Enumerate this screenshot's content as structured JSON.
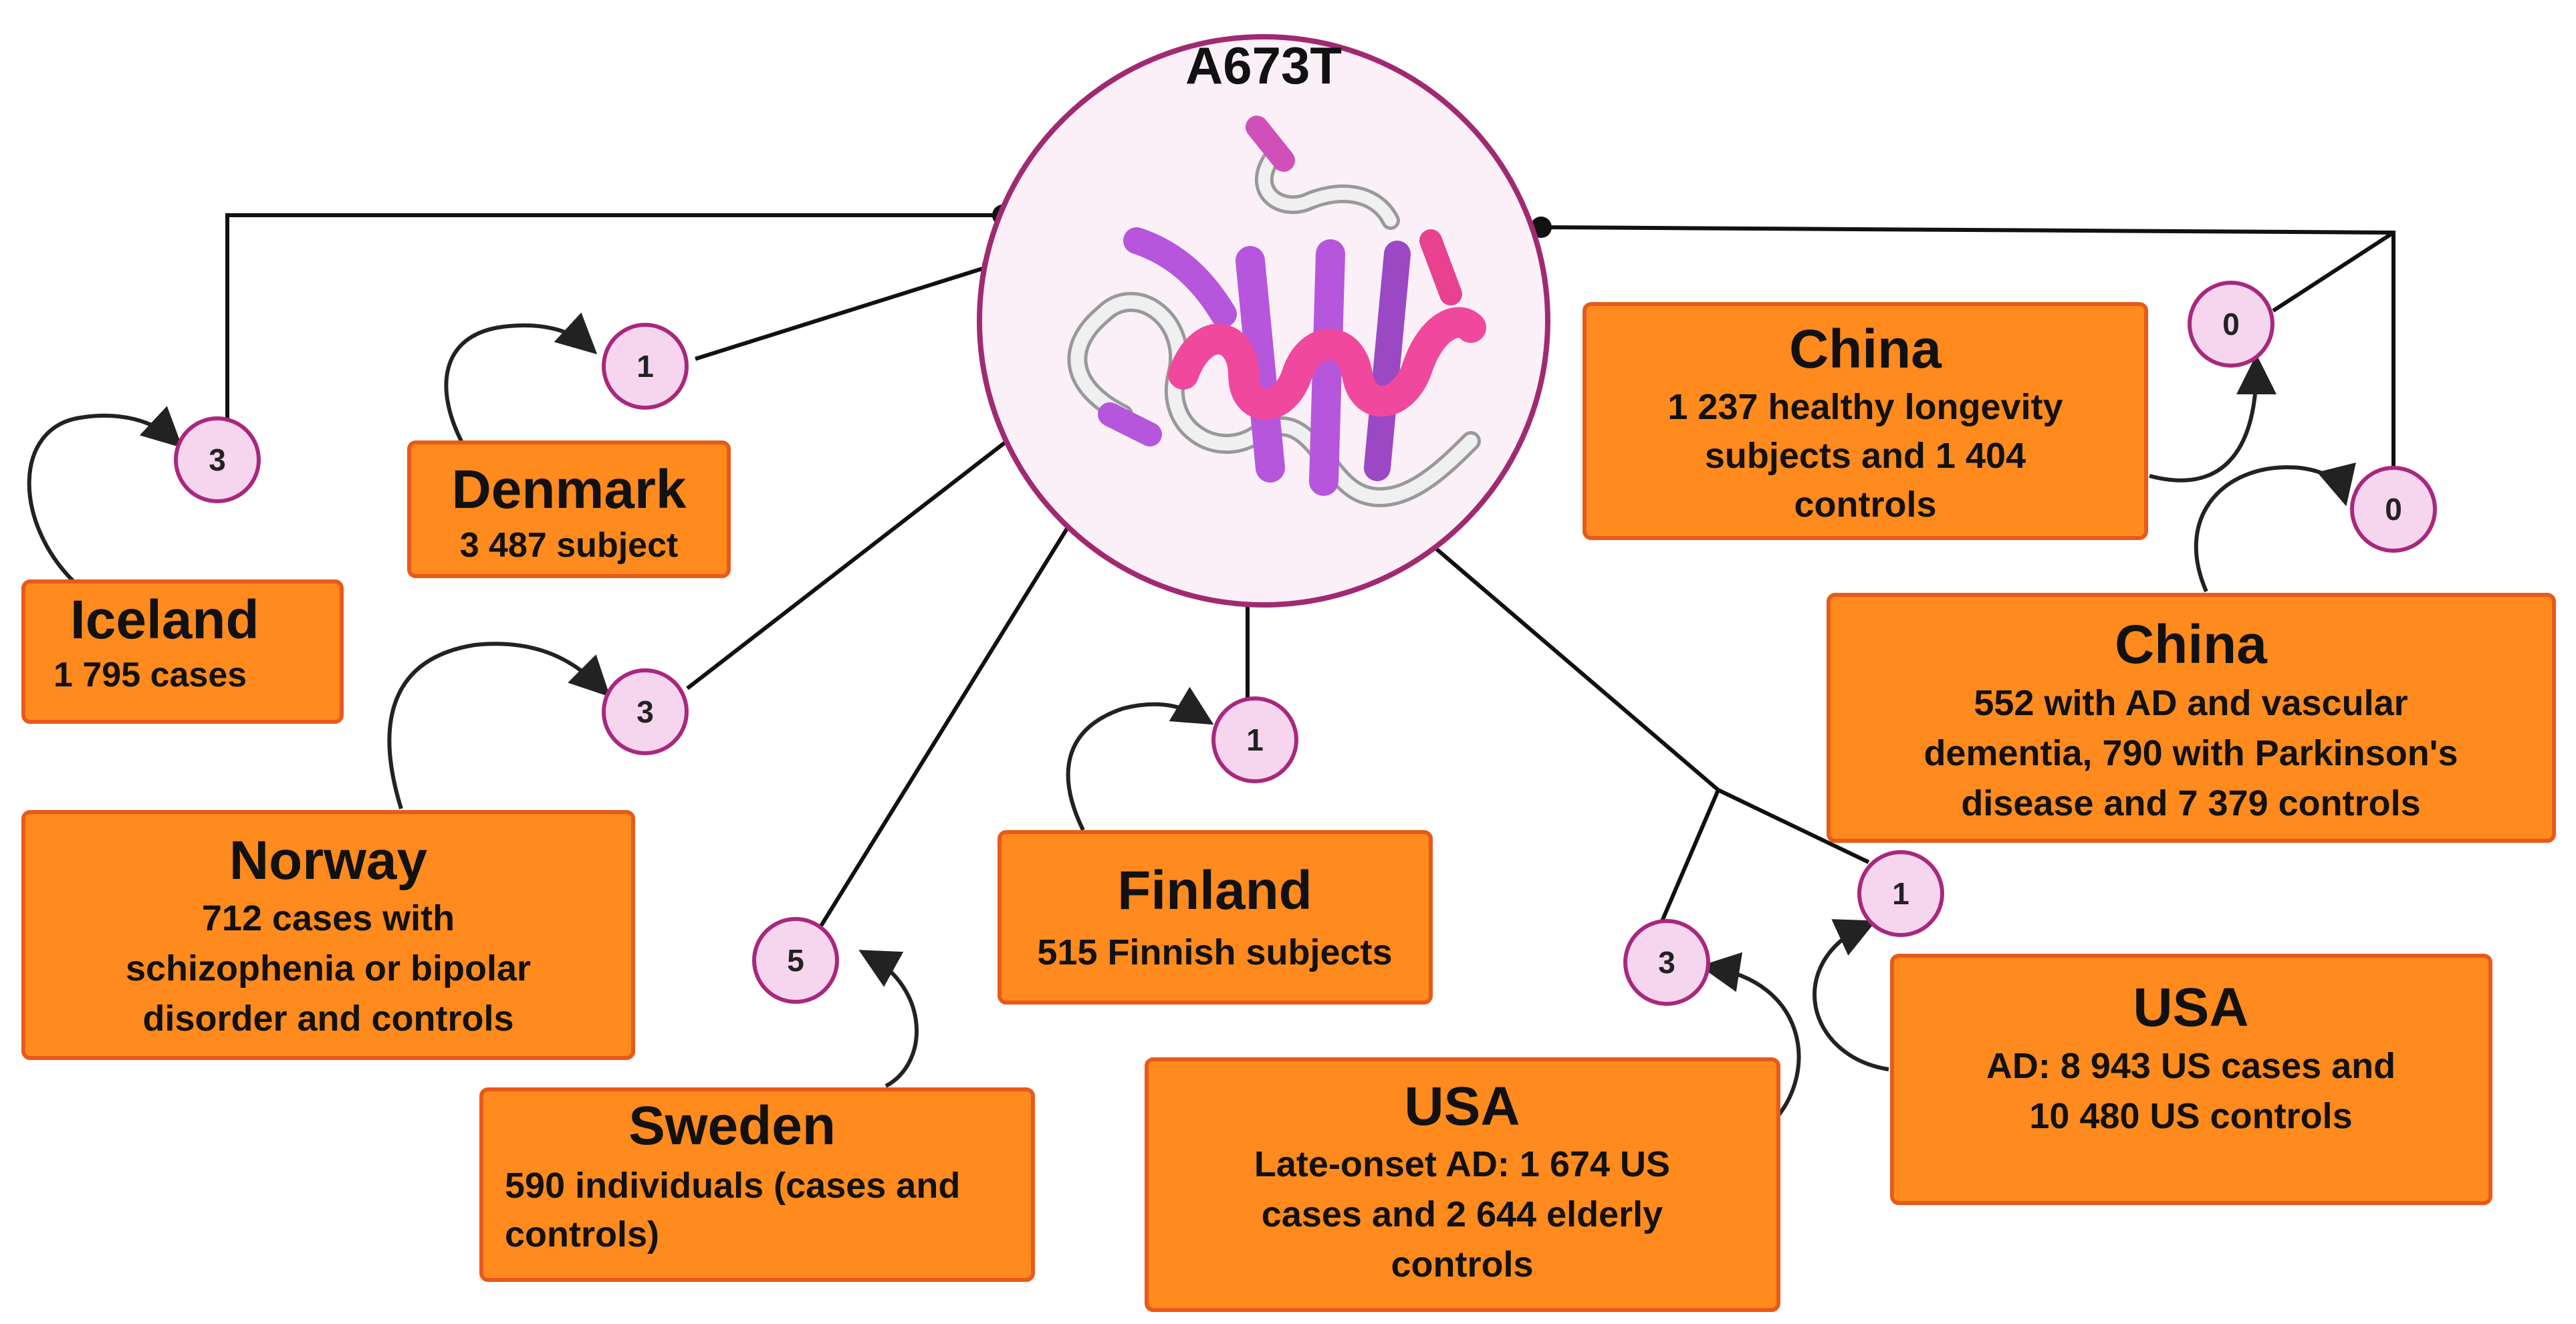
{
  "center": {
    "label": "A673T"
  },
  "colors": {
    "box_fill": "#ff8a1e",
    "box_border": "#e85a1a",
    "badge_fill": "#f6d5ee",
    "badge_border": "#a8287d",
    "circle_fill": "#fbf0f8",
    "circle_border": "#a02a72",
    "helix_pink": "#f0489c",
    "strand_purple": "#b556dd",
    "coil_white": "#f0f0f0"
  },
  "studies": [
    {
      "id": "iceland",
      "country": "Iceland",
      "lines": [
        "1 795 cases"
      ],
      "count": "3"
    },
    {
      "id": "denmark",
      "country": "Denmark",
      "lines": [
        "3 487 subject"
      ],
      "count": "1"
    },
    {
      "id": "norway",
      "country": "Norway",
      "lines": [
        "712 cases with",
        "schizophenia or bipolar",
        "disorder and controls"
      ],
      "count": "3"
    },
    {
      "id": "sweden",
      "country": "Sweden",
      "lines": [
        "590 individuals (cases and",
        "controls)"
      ],
      "count": "5"
    },
    {
      "id": "finland",
      "country": "Finland",
      "lines": [
        "515 Finnish subjects"
      ],
      "count": "1"
    },
    {
      "id": "usa1",
      "country": "USA",
      "lines": [
        "Late-onset AD: 1 674 US",
        "cases and 2 644 elderly",
        "controls"
      ],
      "count": "3"
    },
    {
      "id": "usa2",
      "country": "USA",
      "lines": [
        "AD: 8 943 US cases and",
        "10 480 US controls"
      ],
      "count": "1"
    },
    {
      "id": "china1",
      "country": "China",
      "lines": [
        "1 237 healthy longevity",
        "subjects and 1 404",
        "controls"
      ],
      "count": "0"
    },
    {
      "id": "china2",
      "country": "China",
      "lines": [
        "552 with AD and vascular",
        "dementia, 790 with Parkinson's",
        "disease and 7 379 controls"
      ],
      "count": "0"
    }
  ]
}
